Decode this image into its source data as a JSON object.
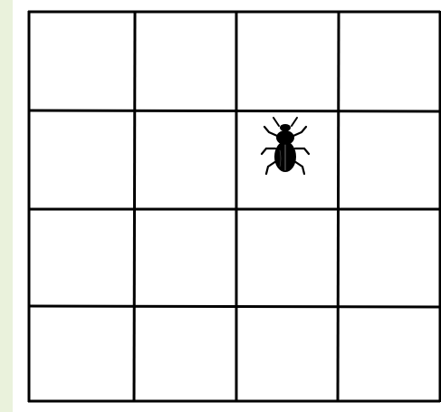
{
  "grid": {
    "rows": 4,
    "columns": 4,
    "background_color": "#eaf2dc",
    "line_color": "#000000",
    "cell_color": "#ffffff"
  },
  "beetle": {
    "icon": "beetle-icon",
    "row": 2,
    "column": 3,
    "color": "#000000"
  }
}
